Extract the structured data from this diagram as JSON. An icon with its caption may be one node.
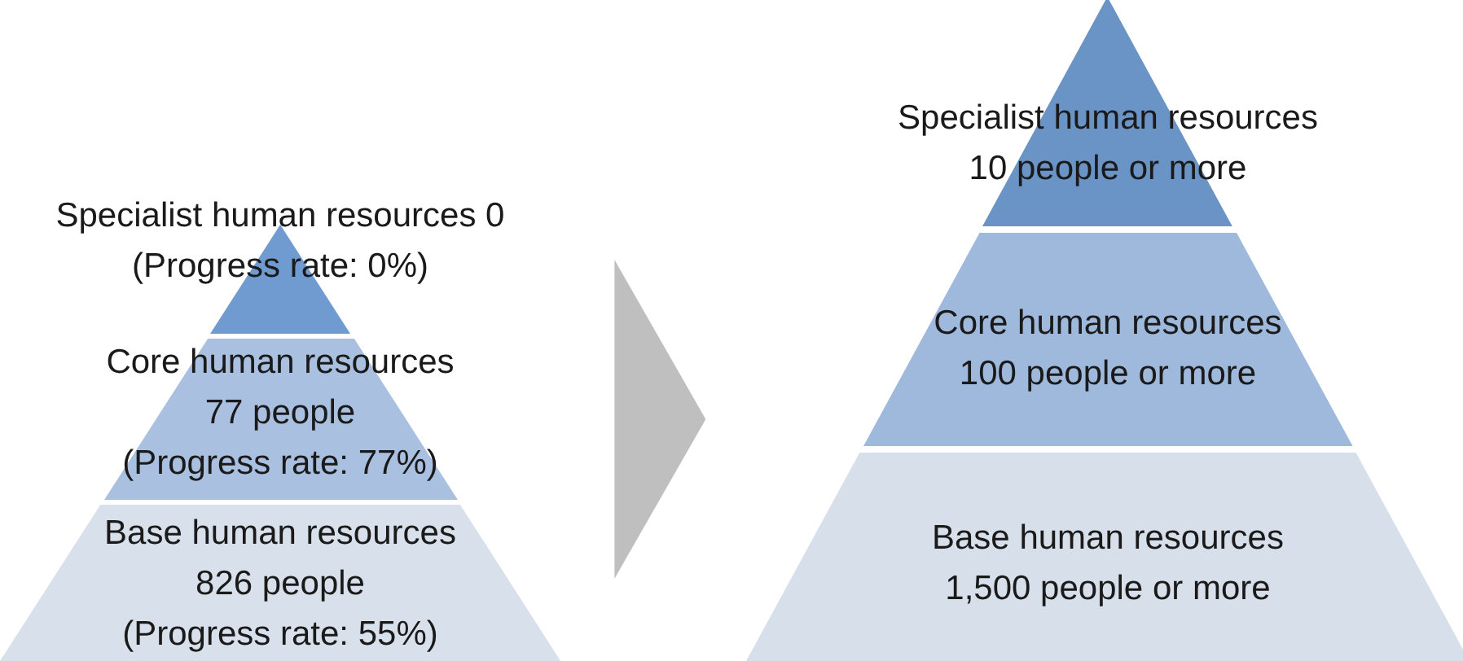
{
  "diagram": {
    "nodes": [
      {
        "text": [
          "Specialist human resources 0",
          "(Progress rate: 0%)"
        ]
      },
      {
        "text": [
          "Core human resources 77 people",
          "(Progress rate: 77%)"
        ]
      },
      {
        "text": [
          "Base human resources 826 people",
          "(Progress rate: 55%)"
        ]
      },
      {
        "text": [
          "Specialist human resources 10 people or more"
        ]
      },
      {
        "text": [
          "Core human resources 100 people or more"
        ]
      },
      {
        "text": [
          "Base human resources 1,500 people or more"
        ]
      }
    ],
    "edges": [
      {
        "from": 1,
        "to": 4,
        "arrow": "to"
      }
    ]
  }
}
